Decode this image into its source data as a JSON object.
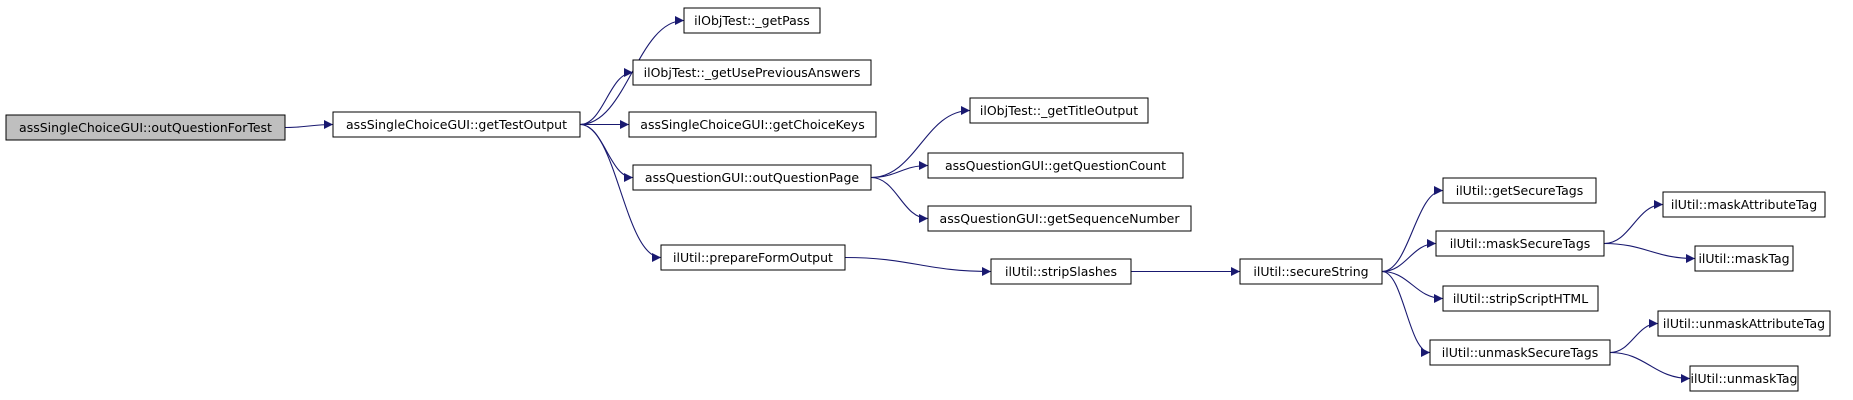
{
  "colors": {
    "edge": "#191970",
    "root_fill": "#bfbfbf",
    "node_fill": "#ffffff",
    "border": "#000000"
  },
  "nodes": [
    {
      "id": "outQuestionForTest",
      "label": "assSingleChoiceGUI::outQuestionForTest",
      "root": true
    },
    {
      "id": "getTestOutput",
      "label": "assSingleChoiceGUI::getTestOutput"
    },
    {
      "id": "getPass",
      "label": "ilObjTest::_getPass"
    },
    {
      "id": "getUsePreviousAnswers",
      "label": "ilObjTest::_getUsePreviousAnswers"
    },
    {
      "id": "getChoiceKeys",
      "label": "assSingleChoiceGUI::getChoiceKeys"
    },
    {
      "id": "outQuestionPage",
      "label": "assQuestionGUI::outQuestionPage"
    },
    {
      "id": "prepareFormOutput",
      "label": "ilUtil::prepareFormOutput"
    },
    {
      "id": "getTitleOutput",
      "label": "ilObjTest::_getTitleOutput"
    },
    {
      "id": "getQuestionCount",
      "label": "assQuestionGUI::getQuestionCount"
    },
    {
      "id": "getSequenceNumber",
      "label": "assQuestionGUI::getSequenceNumber"
    },
    {
      "id": "stripSlashes",
      "label": "ilUtil::stripSlashes"
    },
    {
      "id": "secureString",
      "label": "ilUtil::secureString"
    },
    {
      "id": "getSecureTags",
      "label": "ilUtil::getSecureTags"
    },
    {
      "id": "maskSecureTags",
      "label": "ilUtil::maskSecureTags"
    },
    {
      "id": "stripScriptHTML",
      "label": "ilUtil::stripScriptHTML"
    },
    {
      "id": "unmaskSecureTags",
      "label": "ilUtil::unmaskSecureTags"
    },
    {
      "id": "maskAttributeTag",
      "label": "ilUtil::maskAttributeTag"
    },
    {
      "id": "maskTag",
      "label": "ilUtil::maskTag"
    },
    {
      "id": "unmaskAttributeTag",
      "label": "ilUtil::unmaskAttributeTag"
    },
    {
      "id": "unmaskTag",
      "label": "ilUtil::unmaskTag"
    }
  ],
  "edges": [
    [
      "outQuestionForTest",
      "getTestOutput"
    ],
    [
      "getTestOutput",
      "getPass"
    ],
    [
      "getTestOutput",
      "getUsePreviousAnswers"
    ],
    [
      "getTestOutput",
      "getChoiceKeys"
    ],
    [
      "getTestOutput",
      "outQuestionPage"
    ],
    [
      "getTestOutput",
      "prepareFormOutput"
    ],
    [
      "outQuestionPage",
      "getTitleOutput"
    ],
    [
      "outQuestionPage",
      "getQuestionCount"
    ],
    [
      "outQuestionPage",
      "getSequenceNumber"
    ],
    [
      "prepareFormOutput",
      "stripSlashes"
    ],
    [
      "stripSlashes",
      "secureString"
    ],
    [
      "secureString",
      "getSecureTags"
    ],
    [
      "secureString",
      "maskSecureTags"
    ],
    [
      "secureString",
      "stripScriptHTML"
    ],
    [
      "secureString",
      "unmaskSecureTags"
    ],
    [
      "maskSecureTags",
      "maskAttributeTag"
    ],
    [
      "maskSecureTags",
      "maskTag"
    ],
    [
      "unmaskSecureTags",
      "unmaskAttributeTag"
    ],
    [
      "unmaskSecureTags",
      "unmaskTag"
    ]
  ]
}
